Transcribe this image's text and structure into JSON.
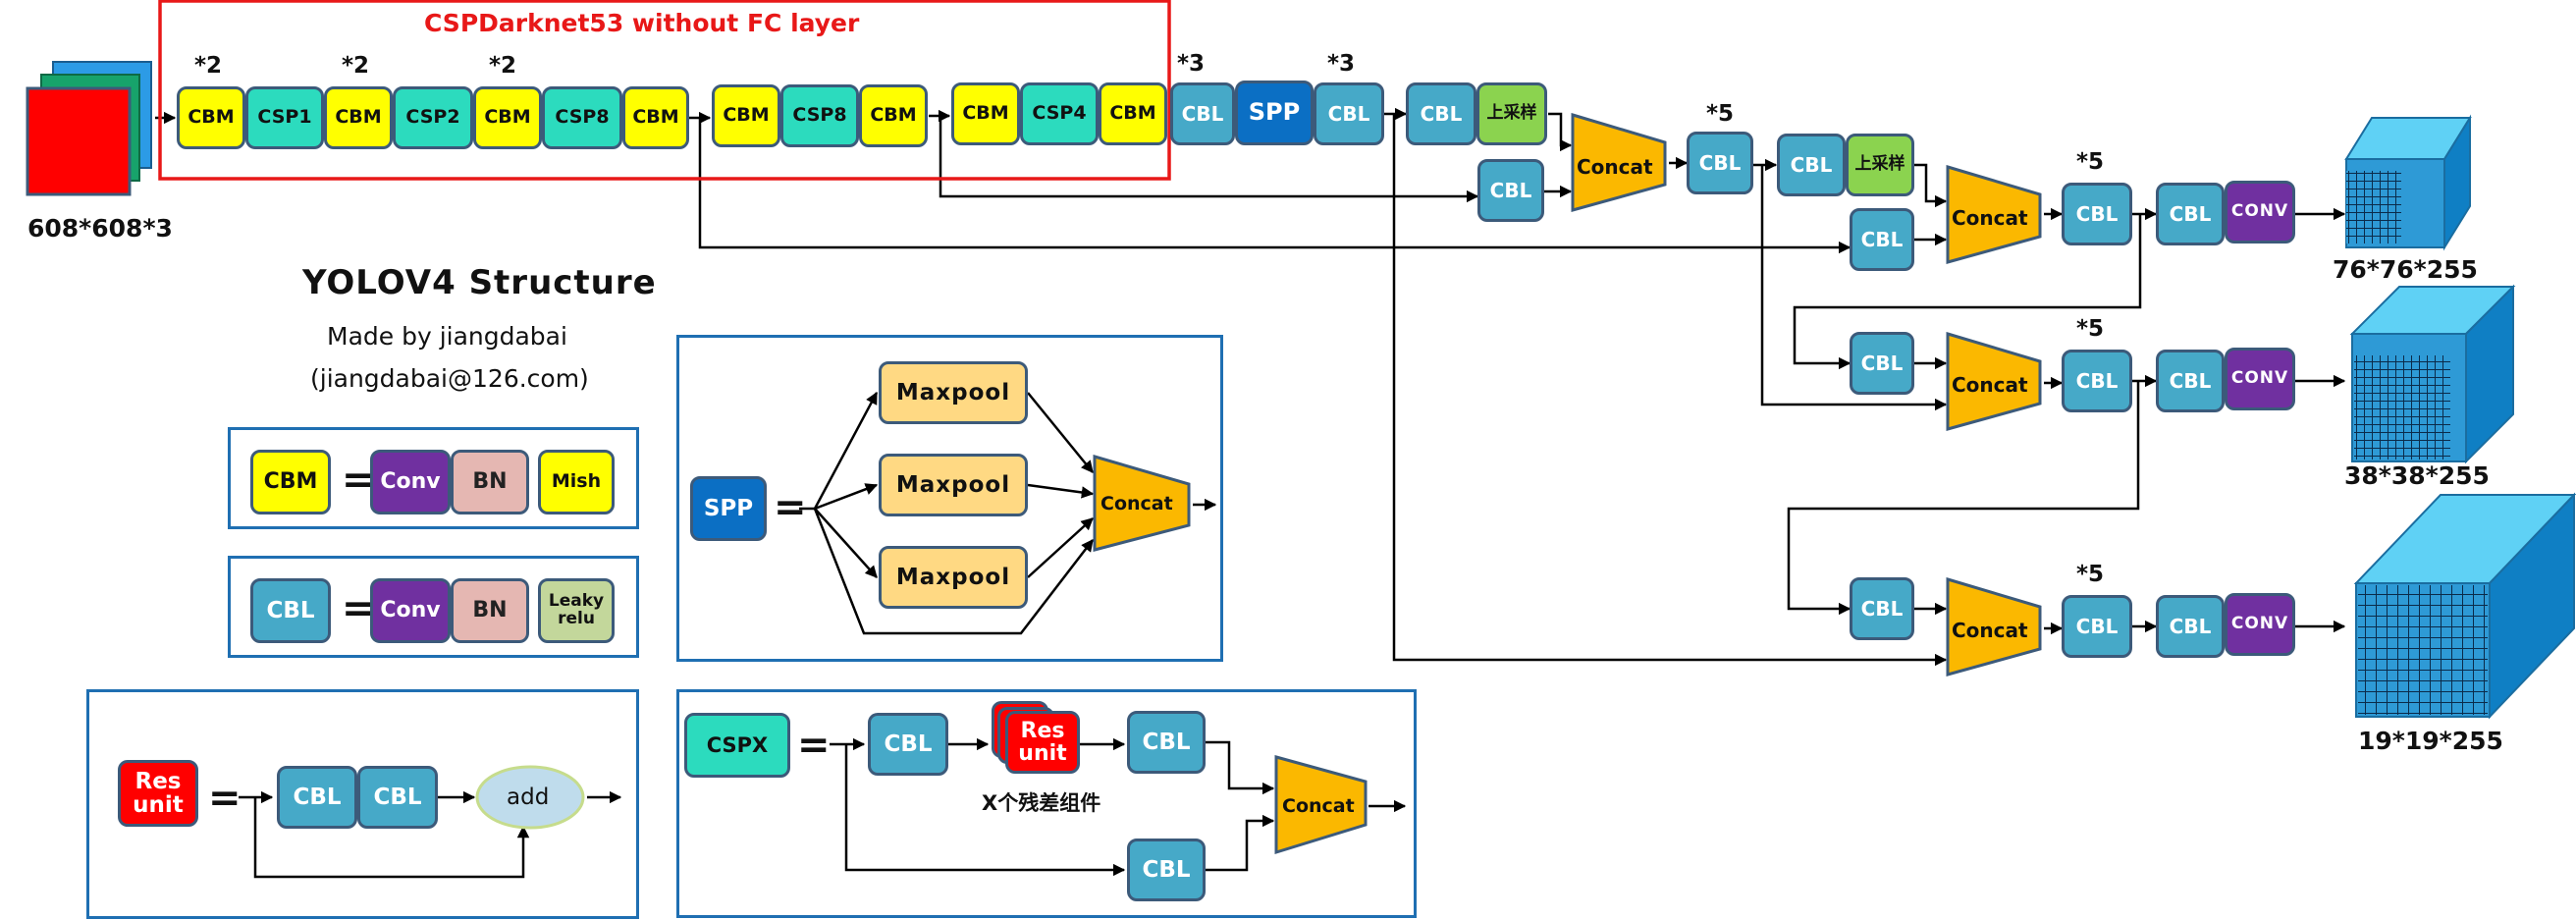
{
  "title": "YOLOV4 Structure",
  "made_by": "Made by jiangdabai",
  "email": "(jiangdabai@126.com)",
  "backbone_label": "CSPDarknet53 without FC layer",
  "input_size": "608*608*3",
  "outputs": [
    "76*76*255",
    "38*38*255",
    "19*19*255"
  ],
  "multipliers": {
    "x2": "*2",
    "x3": "*3",
    "x5": "*5"
  },
  "blocks": {
    "cbm": "CBM",
    "csp1": "CSP1",
    "csp2": "CSP2",
    "csp8": "CSP8",
    "csp4": "CSP4",
    "cbl": "CBL",
    "spp": "SPP",
    "upsample": "上采样",
    "concat": "Concat",
    "conv": "CONV"
  },
  "legend": {
    "equals": "=",
    "conv": "Conv",
    "bn": "BN",
    "mish": "Mish",
    "leaky": "Leaky relu",
    "maxpool": "Maxpool",
    "res_unit": "Res unit",
    "add": "add",
    "cspx": "CSPX",
    "residual_caption": "X个残差组件"
  },
  "colors": {
    "cbm": "#ffff00",
    "csp": "#2cdbbe",
    "cbl": "#46a9c8",
    "spp": "#0b6fc4",
    "upsample": "#8bd34f",
    "conv": "#7030a0",
    "concat": "#fbb800",
    "bn": "#e5b7b2",
    "leaky": "#c3d79b",
    "maxpool": "#ffd983",
    "res": "#ff0000",
    "add": "#bfdcec",
    "backbone_frame": "#e81818",
    "legend_frame": "#1f6fb2"
  }
}
